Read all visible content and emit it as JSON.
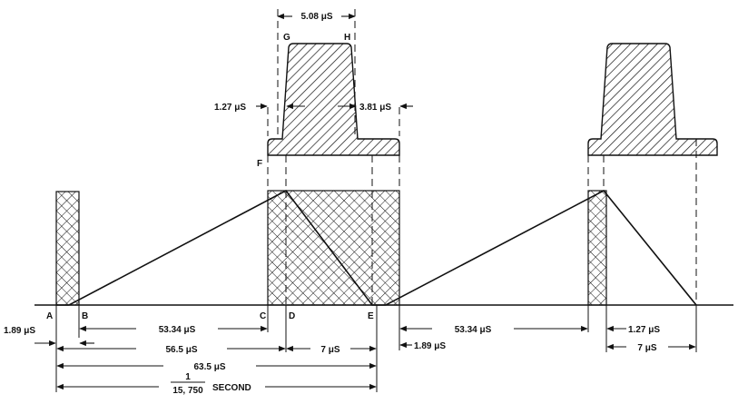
{
  "diagram": {
    "points": {
      "a": "A",
      "b": "B",
      "c": "C",
      "d": "D",
      "e": "E",
      "f": "F",
      "g": "G",
      "h": "H"
    },
    "dims": {
      "top_width": "5.08 μS",
      "front_porch": "1.27 μS",
      "back_porch": "3.81 μS",
      "a_offset": "1.89 μS",
      "trace_left": "53.34 μS",
      "trace_right": "53.34 μS",
      "right_front_porch": "1.27 μS",
      "ac_total": "56.5 μS",
      "retrace_left": "7 μS",
      "retrace_right": "7 μS",
      "e_offset": "1.89 μS",
      "line_period": "63.5 μS",
      "fraction_num": "1",
      "fraction_den": "15, 750",
      "fraction_unit": "SECOND"
    },
    "colors": {
      "ink": "#111111",
      "background": "#ffffff"
    }
  }
}
